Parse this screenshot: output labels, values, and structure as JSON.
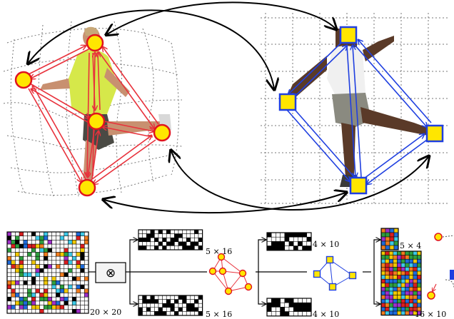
{
  "labels": {
    "big_matrix": "20 × 20",
    "top_left_matrix": "5 × 16",
    "bottom_left_matrix": "5 × 16",
    "top_mid_matrix": "4 × 10",
    "bottom_mid_matrix": "4 × 10",
    "small_color_matrix": "5 × 4",
    "tall_color_matrix": "16 × 10"
  },
  "operator_symbol": "⊗",
  "colors": {
    "red_graph": "#e8323c",
    "blue_graph": "#1f3fe0",
    "node_fill": "#ffe600",
    "node_stroke_red": "#e0141e",
    "node_stroke_blue": "#1f3fe0",
    "grid_line": "#888888",
    "matrix_black": "#000000"
  },
  "matrix_palette": [
    "#ffffff",
    "#000000",
    "#d81e1e",
    "#1e6ad8",
    "#3cc8e6",
    "#f0c800",
    "#2e9e3e",
    "#f07c1e",
    "#9e2ec8"
  ]
}
